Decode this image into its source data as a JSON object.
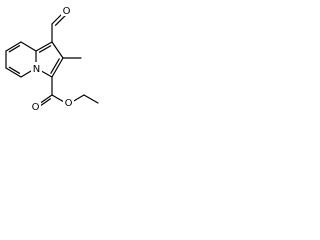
{
  "structure": {
    "atoms": {
      "aldehyde_oxygen": "O",
      "ring_nitrogen": "N",
      "carbonyl_oxygen": "O",
      "ether_oxygen": "O"
    }
  },
  "colors": {
    "background": "#ffffff",
    "bond": "#000000",
    "label": "#000000"
  }
}
